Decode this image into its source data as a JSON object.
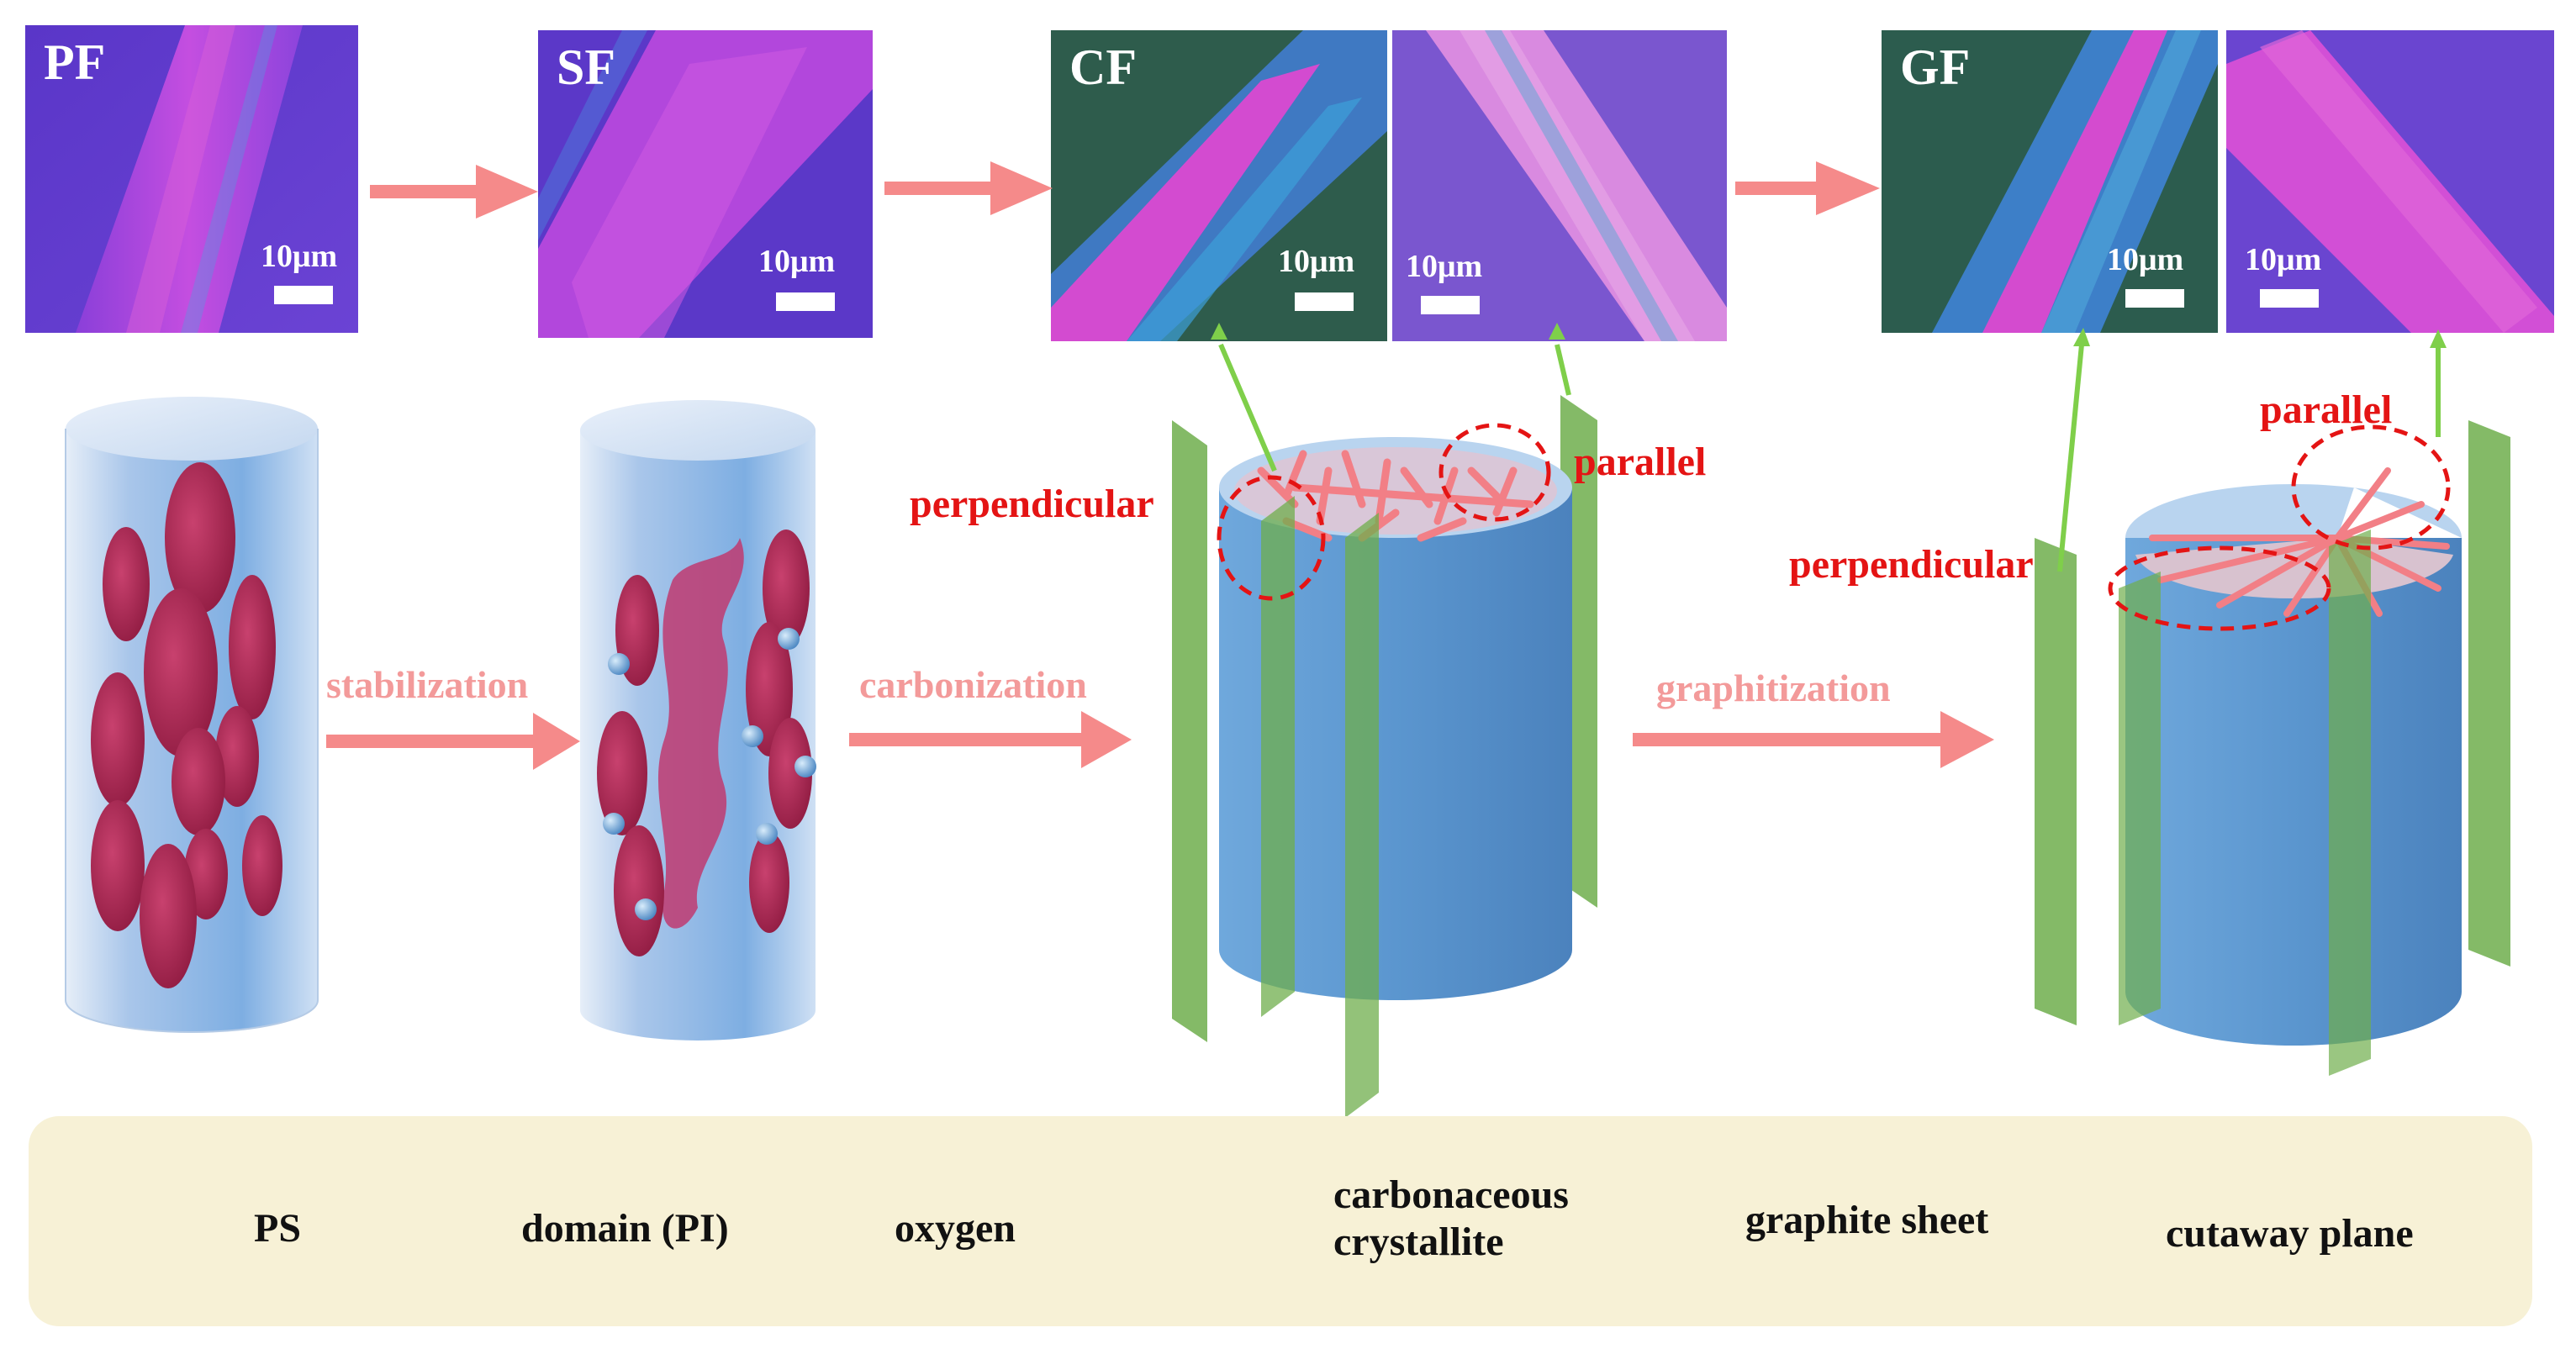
{
  "micrographs": [
    {
      "label": "PF",
      "scale": "10μm"
    },
    {
      "label": "SF",
      "scale": "10μm"
    },
    {
      "label": "CF",
      "scale": "10μm"
    },
    {
      "label": "",
      "scale": "10μm"
    },
    {
      "label": "GF",
      "scale": "10μm"
    },
    {
      "label": "",
      "scale": "10μm"
    }
  ],
  "steps": {
    "stabilization": "stabilization",
    "carbonization": "carbonization",
    "graphitization": "graphitization"
  },
  "orientations": {
    "cf_perpendicular": "perpendicular",
    "cf_parallel": "parallel",
    "gf_perpendicular": "perpendicular",
    "gf_parallel": "parallel"
  },
  "legend": {
    "ps": "PS",
    "domain": "domain (PI)",
    "oxygen": "oxygen",
    "crystallite_line1": "carbonaceous",
    "crystallite_line2": "crystallite",
    "graphite": "graphite sheet",
    "cutaway": "cutaway plane"
  },
  "colors": {
    "arrow_pink": "#f58a8a",
    "green_line": "#7fcf4a",
    "label_red": "#e41414",
    "cylinder_blue": "#6aa6dc",
    "domain_red": "#b0224a",
    "sheet_pink": "#f07a82",
    "plane_green": "#6fae4c",
    "legend_bg": "#f7f1d6"
  }
}
